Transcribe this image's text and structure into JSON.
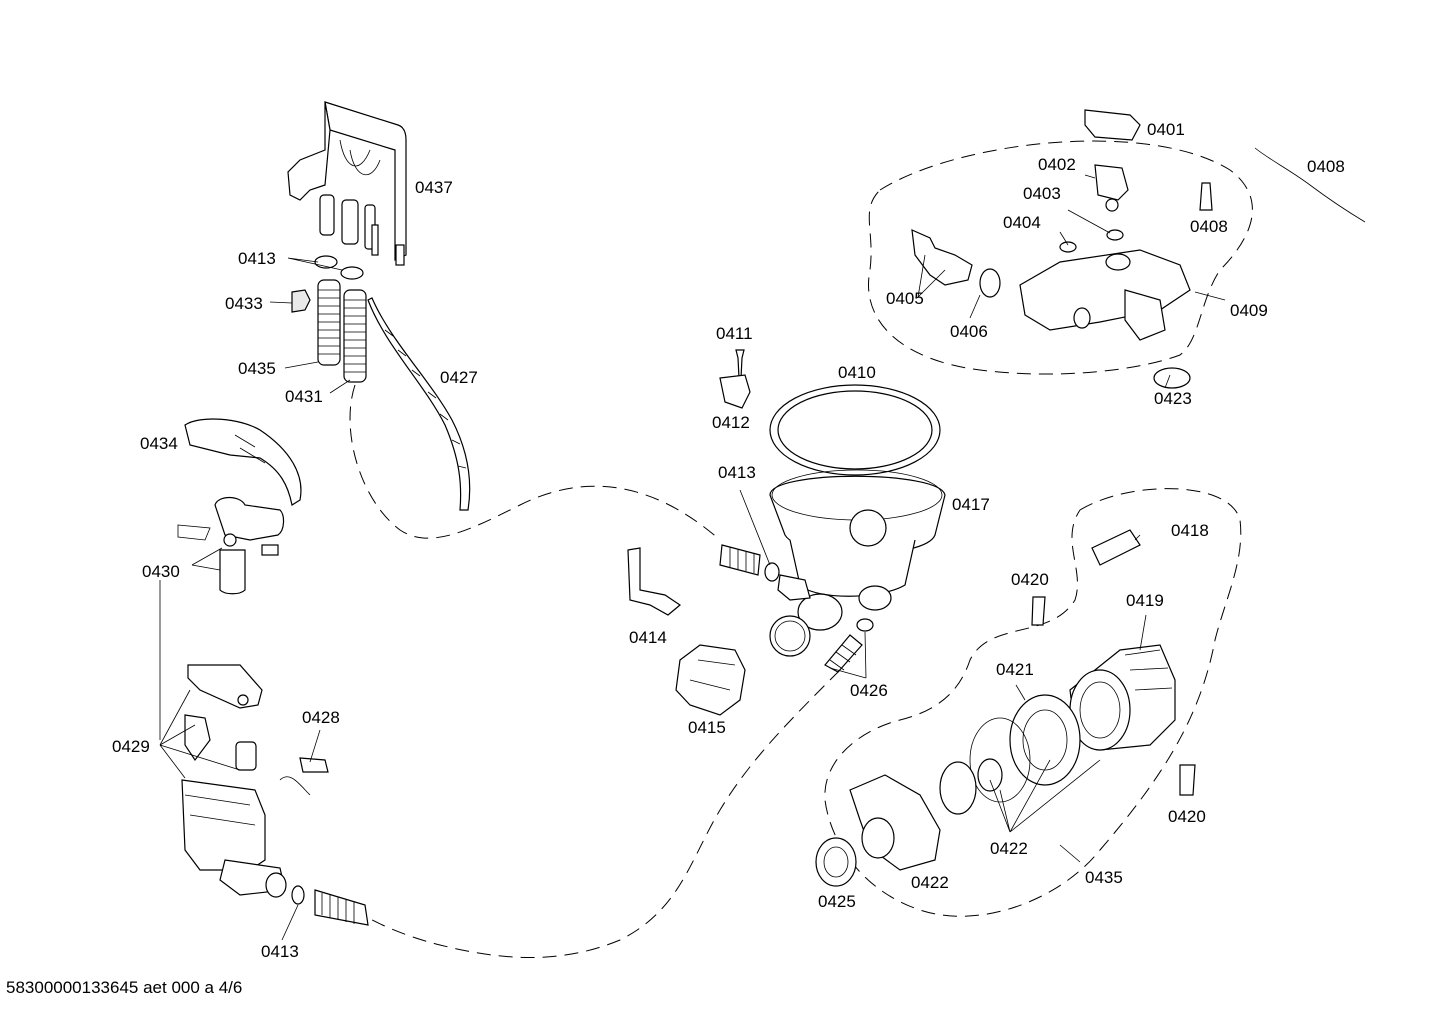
{
  "document_code": "58300000133645 aet 000 a 4/6",
  "parts": {
    "p0401": "0401",
    "p0402": "0402",
    "p0403": "0403",
    "p0404": "0404",
    "p0405": "0405",
    "p0406": "0406",
    "p0408a": "0408",
    "p0408b": "0408",
    "p0409": "0409",
    "p0410": "0410",
    "p0411": "0411",
    "p0412": "0412",
    "p0413a": "0413",
    "p0413b": "0413",
    "p0413c": "0413",
    "p0414": "0414",
    "p0415": "0415",
    "p0417": "0417",
    "p0418": "0418",
    "p0419": "0419",
    "p0420a": "0420",
    "p0420b": "0420",
    "p0421": "0421",
    "p0422a": "0422",
    "p0422b": "0422",
    "p0423": "0423",
    "p0425": "0425",
    "p0426": "0426",
    "p0427": "0427",
    "p0428": "0428",
    "p0429": "0429",
    "p0430": "0430",
    "p0431": "0431",
    "p0433": "0433",
    "p0434": "0434",
    "p0435a": "0435",
    "p0435b": "0435",
    "p0437": "0437"
  }
}
